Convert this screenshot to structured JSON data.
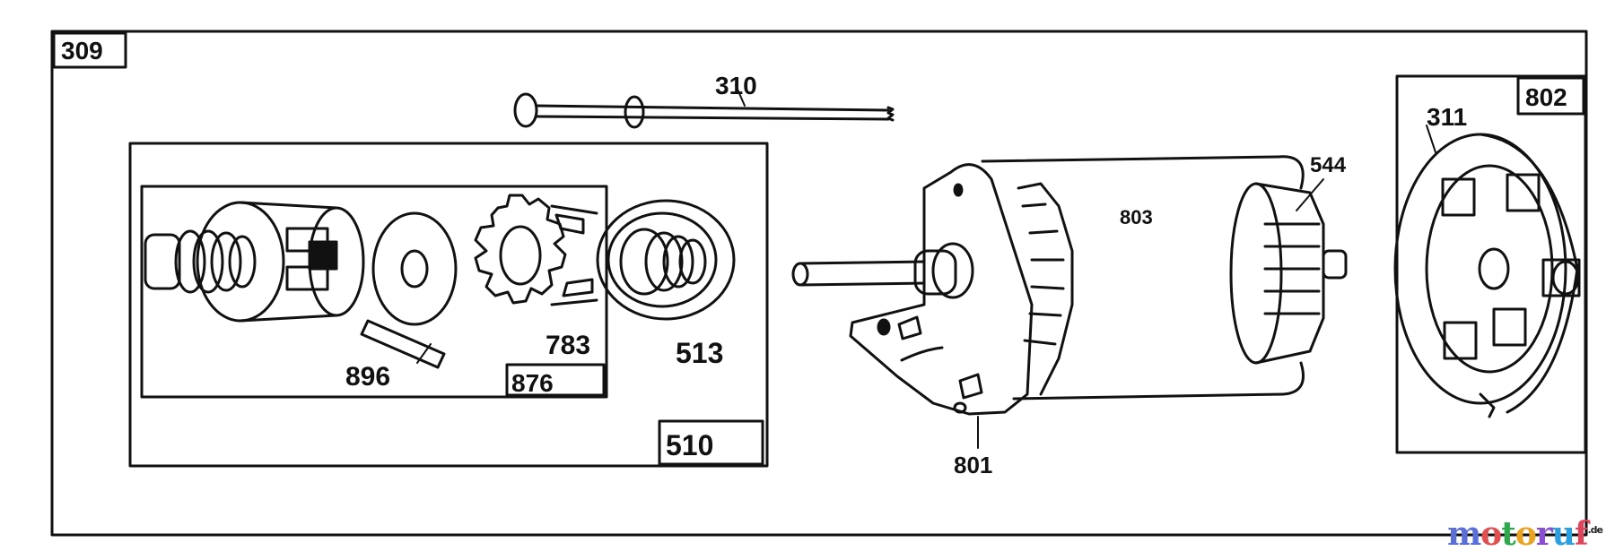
{
  "diagram": {
    "labels": {
      "assembly": "309",
      "tie_rod": "310",
      "drive_kit": "510",
      "drive_sub_kit": "876",
      "gear": "783",
      "roll_pin": "896",
      "spring_retainer": "513",
      "end_plate": "801",
      "housing": "803",
      "armature": "544",
      "brush_cap_kit": "802",
      "brush": "311"
    }
  },
  "watermark": {
    "letters": [
      "m",
      "o",
      "t",
      "o",
      "r",
      "u",
      "f"
    ],
    "colors": [
      "#5b6fd8",
      "#e05050",
      "#2da84a",
      "#e7a321",
      "#8a4fd0",
      "#2b9fe0",
      "#e0445a"
    ],
    "suffix": ".de"
  }
}
